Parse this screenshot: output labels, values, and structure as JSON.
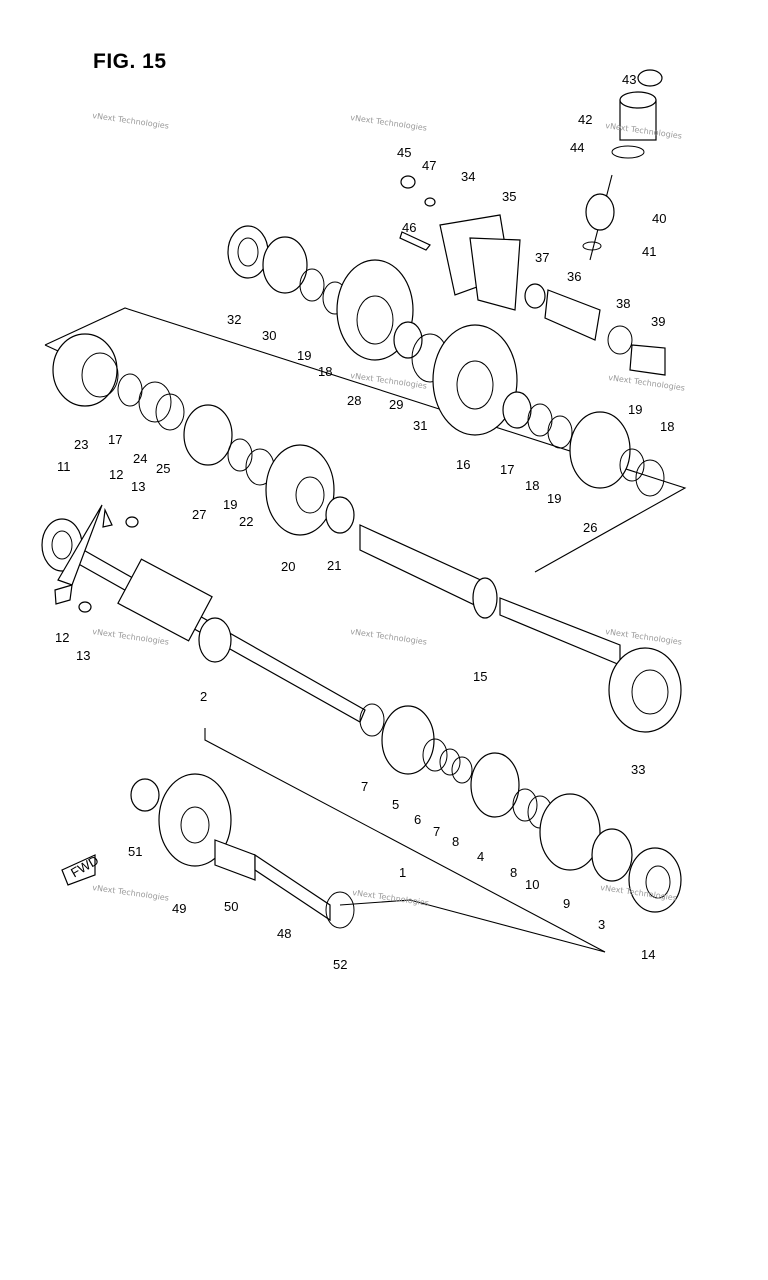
{
  "figure_title": "FIG. 15",
  "watermark": "vNext Technologies",
  "callouts": [
    "43",
    "42",
    "44",
    "45",
    "47",
    "34",
    "35",
    "40",
    "41",
    "46",
    "37",
    "36",
    "38",
    "39",
    "32",
    "30",
    "19",
    "18",
    "28",
    "29",
    "31",
    "16",
    "17",
    "18",
    "19",
    "19",
    "18",
    "26",
    "23",
    "17",
    "24",
    "25",
    "27",
    "19",
    "22",
    "20",
    "21",
    "11",
    "12",
    "13",
    "12",
    "13",
    "2",
    "15",
    "33",
    "7",
    "5",
    "6",
    "7",
    "8",
    "4",
    "8",
    "10",
    "9",
    "3",
    "14",
    "51",
    "49",
    "50",
    "48",
    "52",
    "1"
  ]
}
